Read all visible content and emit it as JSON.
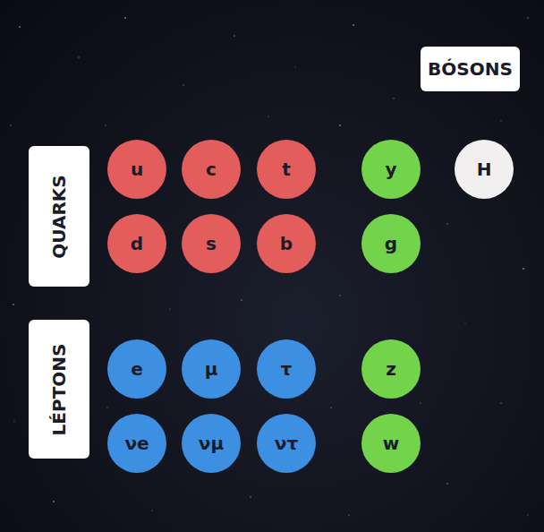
{
  "diagram": {
    "nodes": [
      {
        "text": [
          "BÓSONS"
        ]
      },
      {
        "text": [
          "QUARKS"
        ]
      },
      {
        "text": [
          "u"
        ]
      },
      {
        "text": [
          "c"
        ]
      },
      {
        "text": [
          "t"
        ]
      },
      {
        "text": [
          "y"
        ]
      },
      {
        "text": [
          "H"
        ]
      },
      {
        "text": [
          "d"
        ]
      },
      {
        "text": [
          "s"
        ]
      },
      {
        "text": [
          "b"
        ]
      },
      {
        "text": [
          "g"
        ]
      },
      {
        "text": [
          "LÉPTONS"
        ]
      },
      {
        "text": [
          "e"
        ]
      },
      {
        "text": [
          "μ"
        ]
      },
      {
        "text": [
          "τ"
        ]
      },
      {
        "text": [
          "z"
        ]
      },
      {
        "text": [
          "νe"
        ]
      },
      {
        "text": [
          "νμ"
        ]
      },
      {
        "text": [
          "ντ"
        ]
      },
      {
        "text": [
          "w"
        ]
      }
    ]
  }
}
